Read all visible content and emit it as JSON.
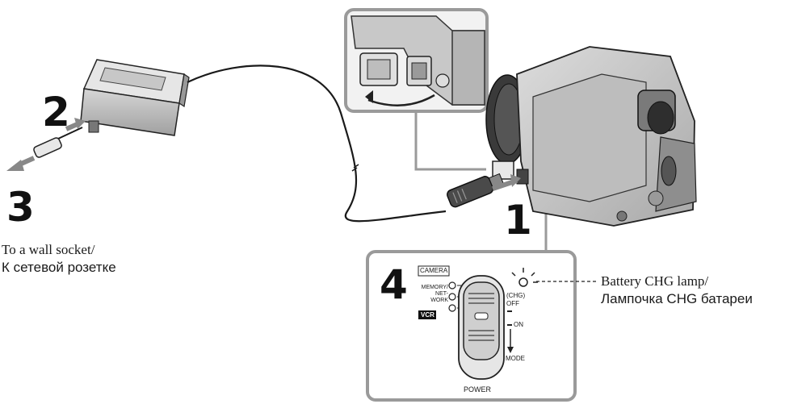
{
  "steps": {
    "s1": "1",
    "s2": "2",
    "s3": "3",
    "s4": "4"
  },
  "captions": {
    "wall_socket_en": "To a wall socket/",
    "wall_socket_ru": "К сетевой розетке",
    "lamp_en": "Battery CHG lamp/",
    "lamp_ru": "Лампочка CHG батареи"
  },
  "switch_panel": {
    "camera": "CAMERA",
    "memory_line1": "MEMORY/",
    "memory_line2": "NET-",
    "memory_line3": "WORK",
    "vcr": "VCR",
    "chg": "(CHG)",
    "off": "OFF",
    "on": "ON",
    "mode": "MODE",
    "power": "POWER"
  },
  "colors": {
    "panel_border": "#9a9a9a",
    "line": "#1a1a1a",
    "body_gray": "#cfcfcf"
  }
}
